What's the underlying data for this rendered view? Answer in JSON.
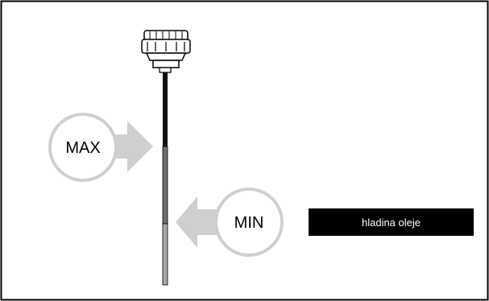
{
  "diagram": {
    "max_label": "MAX",
    "min_label": "MIN",
    "legend_label": "hladina oleje"
  },
  "colors": {
    "frame": "#000000",
    "arrow_gray": "#cfcfcf",
    "circle_stroke": "#cfcfcf",
    "dipstick_dark": "#111111",
    "dipstick_mid": "#6e6e6e",
    "dipstick_light": "#a8a8a8",
    "legend_bg": "#000000",
    "legend_text": "#ffffff"
  },
  "icons": {
    "dipstick": "oil-dipstick-icon",
    "cap": "dipstick-cap-icon"
  }
}
